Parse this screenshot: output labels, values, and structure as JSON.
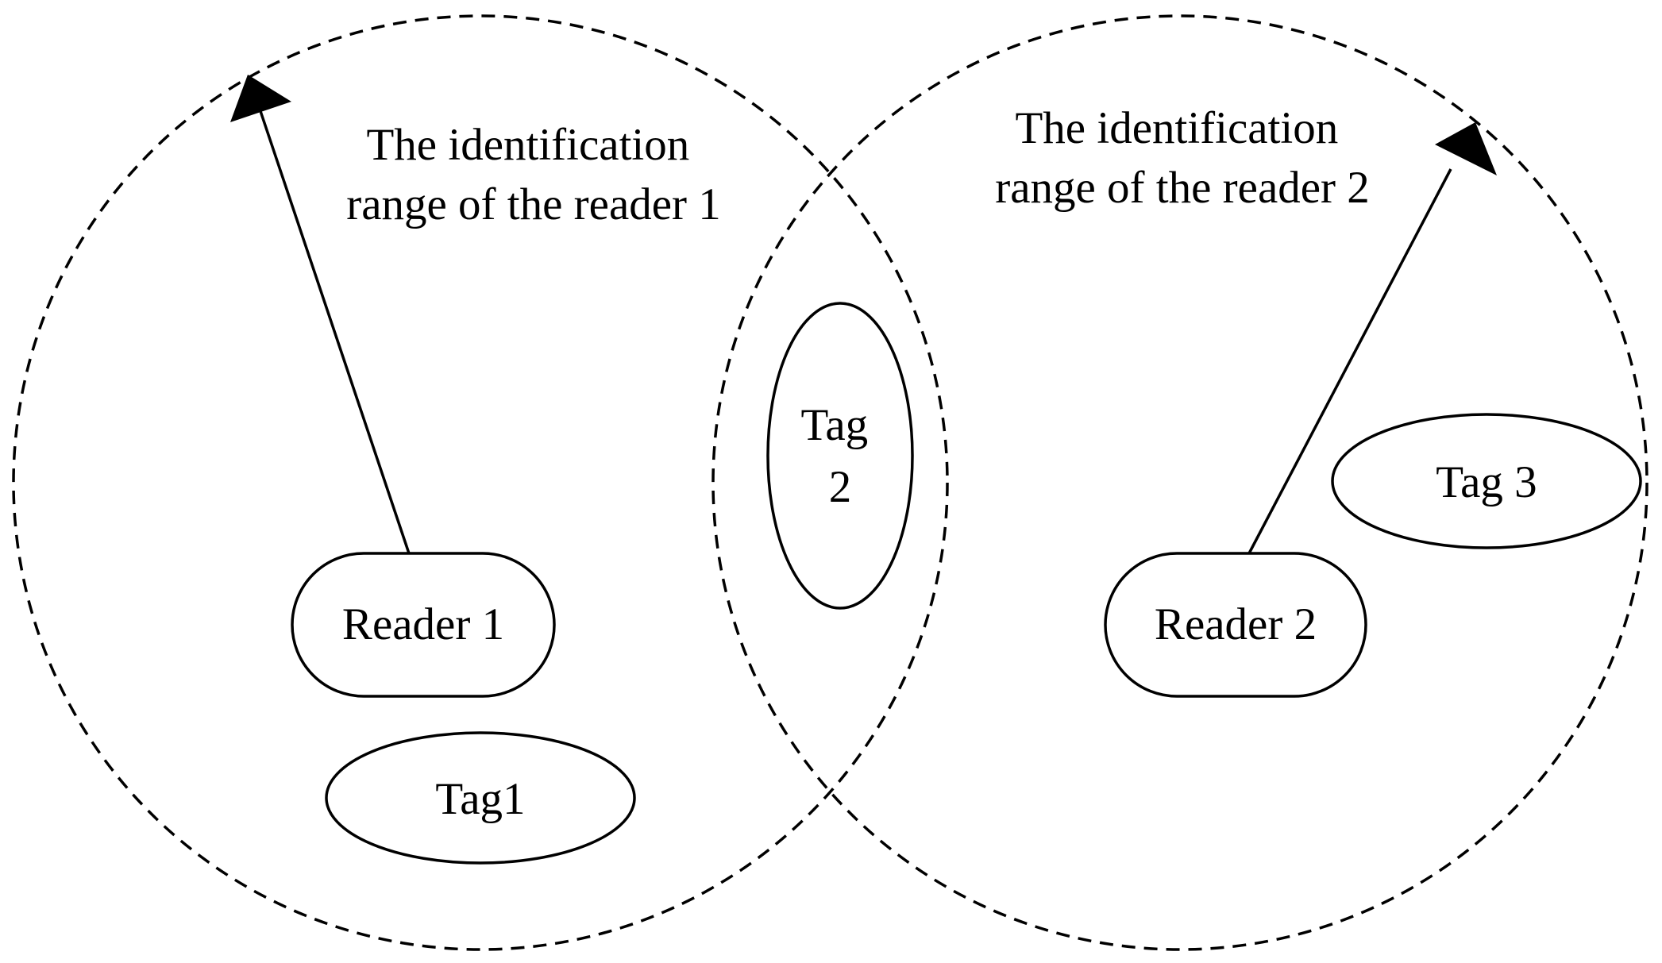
{
  "range_labels": {
    "reader1": {
      "line1": "The identification",
      "line2": "range of the reader 1"
    },
    "reader2": {
      "line1": "The identification",
      "line2": "range of the reader 2"
    }
  },
  "readers": {
    "reader1": "Reader 1",
    "reader2": "Reader 2"
  },
  "tags": {
    "tag1": "Tag1",
    "tag2_line1": "Tag",
    "tag2_line2": "2",
    "tag3": "Tag 3"
  }
}
